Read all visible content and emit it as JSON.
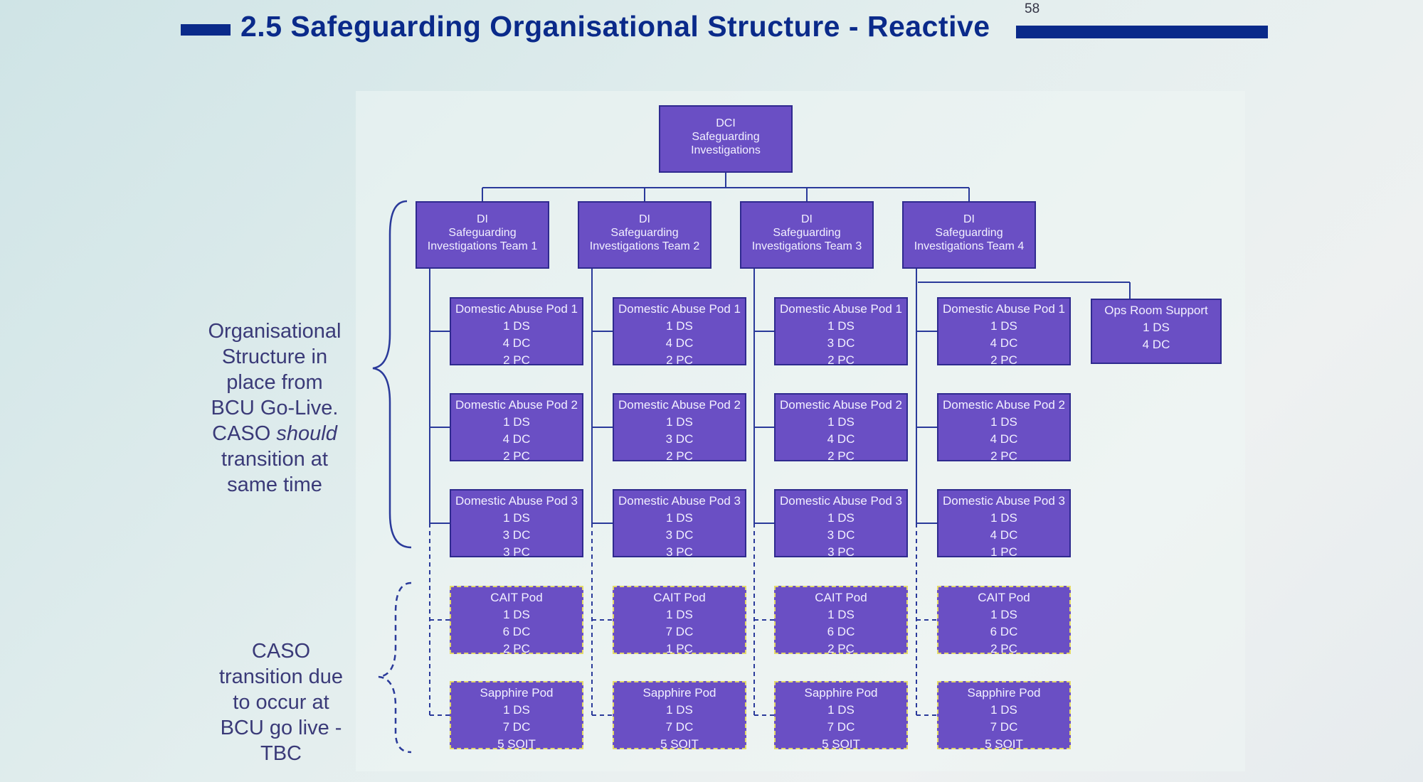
{
  "header": {
    "title": "2.5 Safeguarding Organisational Structure - Reactive",
    "page_number": "58"
  },
  "top": {
    "lines": [
      "DCI",
      "Safeguarding",
      "Investigations"
    ]
  },
  "teams": [
    {
      "lines": [
        "DI",
        "Safeguarding",
        "Investigations  Team 1"
      ]
    },
    {
      "lines": [
        "DI",
        "Safeguarding",
        "Investigations  Team 2"
      ]
    },
    {
      "lines": [
        "DI",
        "Safeguarding",
        "Investigations  Team 3"
      ]
    },
    {
      "lines": [
        "DI",
        "Safeguarding",
        "Investigations  Team 4"
      ]
    }
  ],
  "pods": [
    [
      {
        "title": "Domestic Abuse Pod 1",
        "lines": [
          "1 DS",
          "4 DC",
          "2 PC"
        ]
      },
      {
        "title": "Domestic Abuse Pod 2",
        "lines": [
          "1 DS",
          "4 DC",
          "2 PC"
        ]
      },
      {
        "title": "Domestic Abuse Pod 3",
        "lines": [
          "1 DS",
          "3 DC",
          "3 PC"
        ]
      },
      {
        "title": "CAIT Pod",
        "lines": [
          "1 DS",
          "6 DC",
          "2 PC"
        ]
      },
      {
        "title": "Sapphire Pod",
        "lines": [
          "1 DS",
          "7 DC",
          "5 SOIT"
        ]
      }
    ],
    [
      {
        "title": "Domestic Abuse Pod 1",
        "lines": [
          "1 DS",
          "4 DC",
          "2 PC"
        ]
      },
      {
        "title": "Domestic Abuse Pod 2",
        "lines": [
          "1 DS",
          "3 DC",
          "2 PC"
        ]
      },
      {
        "title": "Domestic Abuse Pod 3",
        "lines": [
          "1 DS",
          "3 DC",
          "3 PC"
        ]
      },
      {
        "title": "CAIT Pod",
        "lines": [
          "1 DS",
          "7 DC",
          "1 PC"
        ]
      },
      {
        "title": "Sapphire Pod",
        "lines": [
          "1 DS",
          "7 DC",
          "5 SOIT"
        ]
      }
    ],
    [
      {
        "title": "Domestic Abuse Pod 1",
        "lines": [
          "1 DS",
          "3 DC",
          "2 PC"
        ]
      },
      {
        "title": "Domestic Abuse Pod 2",
        "lines": [
          "1 DS",
          "4 DC",
          "2 PC"
        ]
      },
      {
        "title": "Domestic Abuse Pod 3",
        "lines": [
          "1 DS",
          "3 DC",
          "3 PC"
        ]
      },
      {
        "title": "CAIT Pod",
        "lines": [
          "1 DS",
          "6 DC",
          "2 PC"
        ]
      },
      {
        "title": "Sapphire Pod",
        "lines": [
          "1 DS",
          "7 DC",
          "5 SOIT"
        ]
      }
    ],
    [
      {
        "title": "Domestic Abuse Pod 1",
        "lines": [
          "1 DS",
          "4 DC",
          "2 PC"
        ]
      },
      {
        "title": "Domestic Abuse Pod 2",
        "lines": [
          "1 DS",
          "4 DC",
          "2 PC"
        ]
      },
      {
        "title": "Domestic Abuse Pod 3",
        "lines": [
          "1 DS",
          "4 DC",
          "1 PC"
        ]
      },
      {
        "title": "CAIT Pod",
        "lines": [
          "1 DS",
          "6 DC",
          "2 PC"
        ]
      },
      {
        "title": "Sapphire Pod",
        "lines": [
          "1 DS",
          "7 DC",
          "5 SOIT"
        ]
      }
    ]
  ],
  "ops_room": {
    "title": "Ops Room Support",
    "lines": [
      "1 DS",
      "4 DC"
    ]
  },
  "labels": {
    "current": [
      "Organisational",
      "Structure in",
      "place from",
      "BCU Go-Live.",
      "CASO should",
      "transition at",
      "same time"
    ],
    "future": [
      "CASO",
      "transition due",
      "to occur at",
      "BCU go live -",
      "TBC"
    ]
  },
  "colors": {
    "box_fill": "#6a4fc4",
    "title": "#0a2a8a",
    "connector": "#2a3a9a",
    "dashed_border": "#e3d86a"
  }
}
